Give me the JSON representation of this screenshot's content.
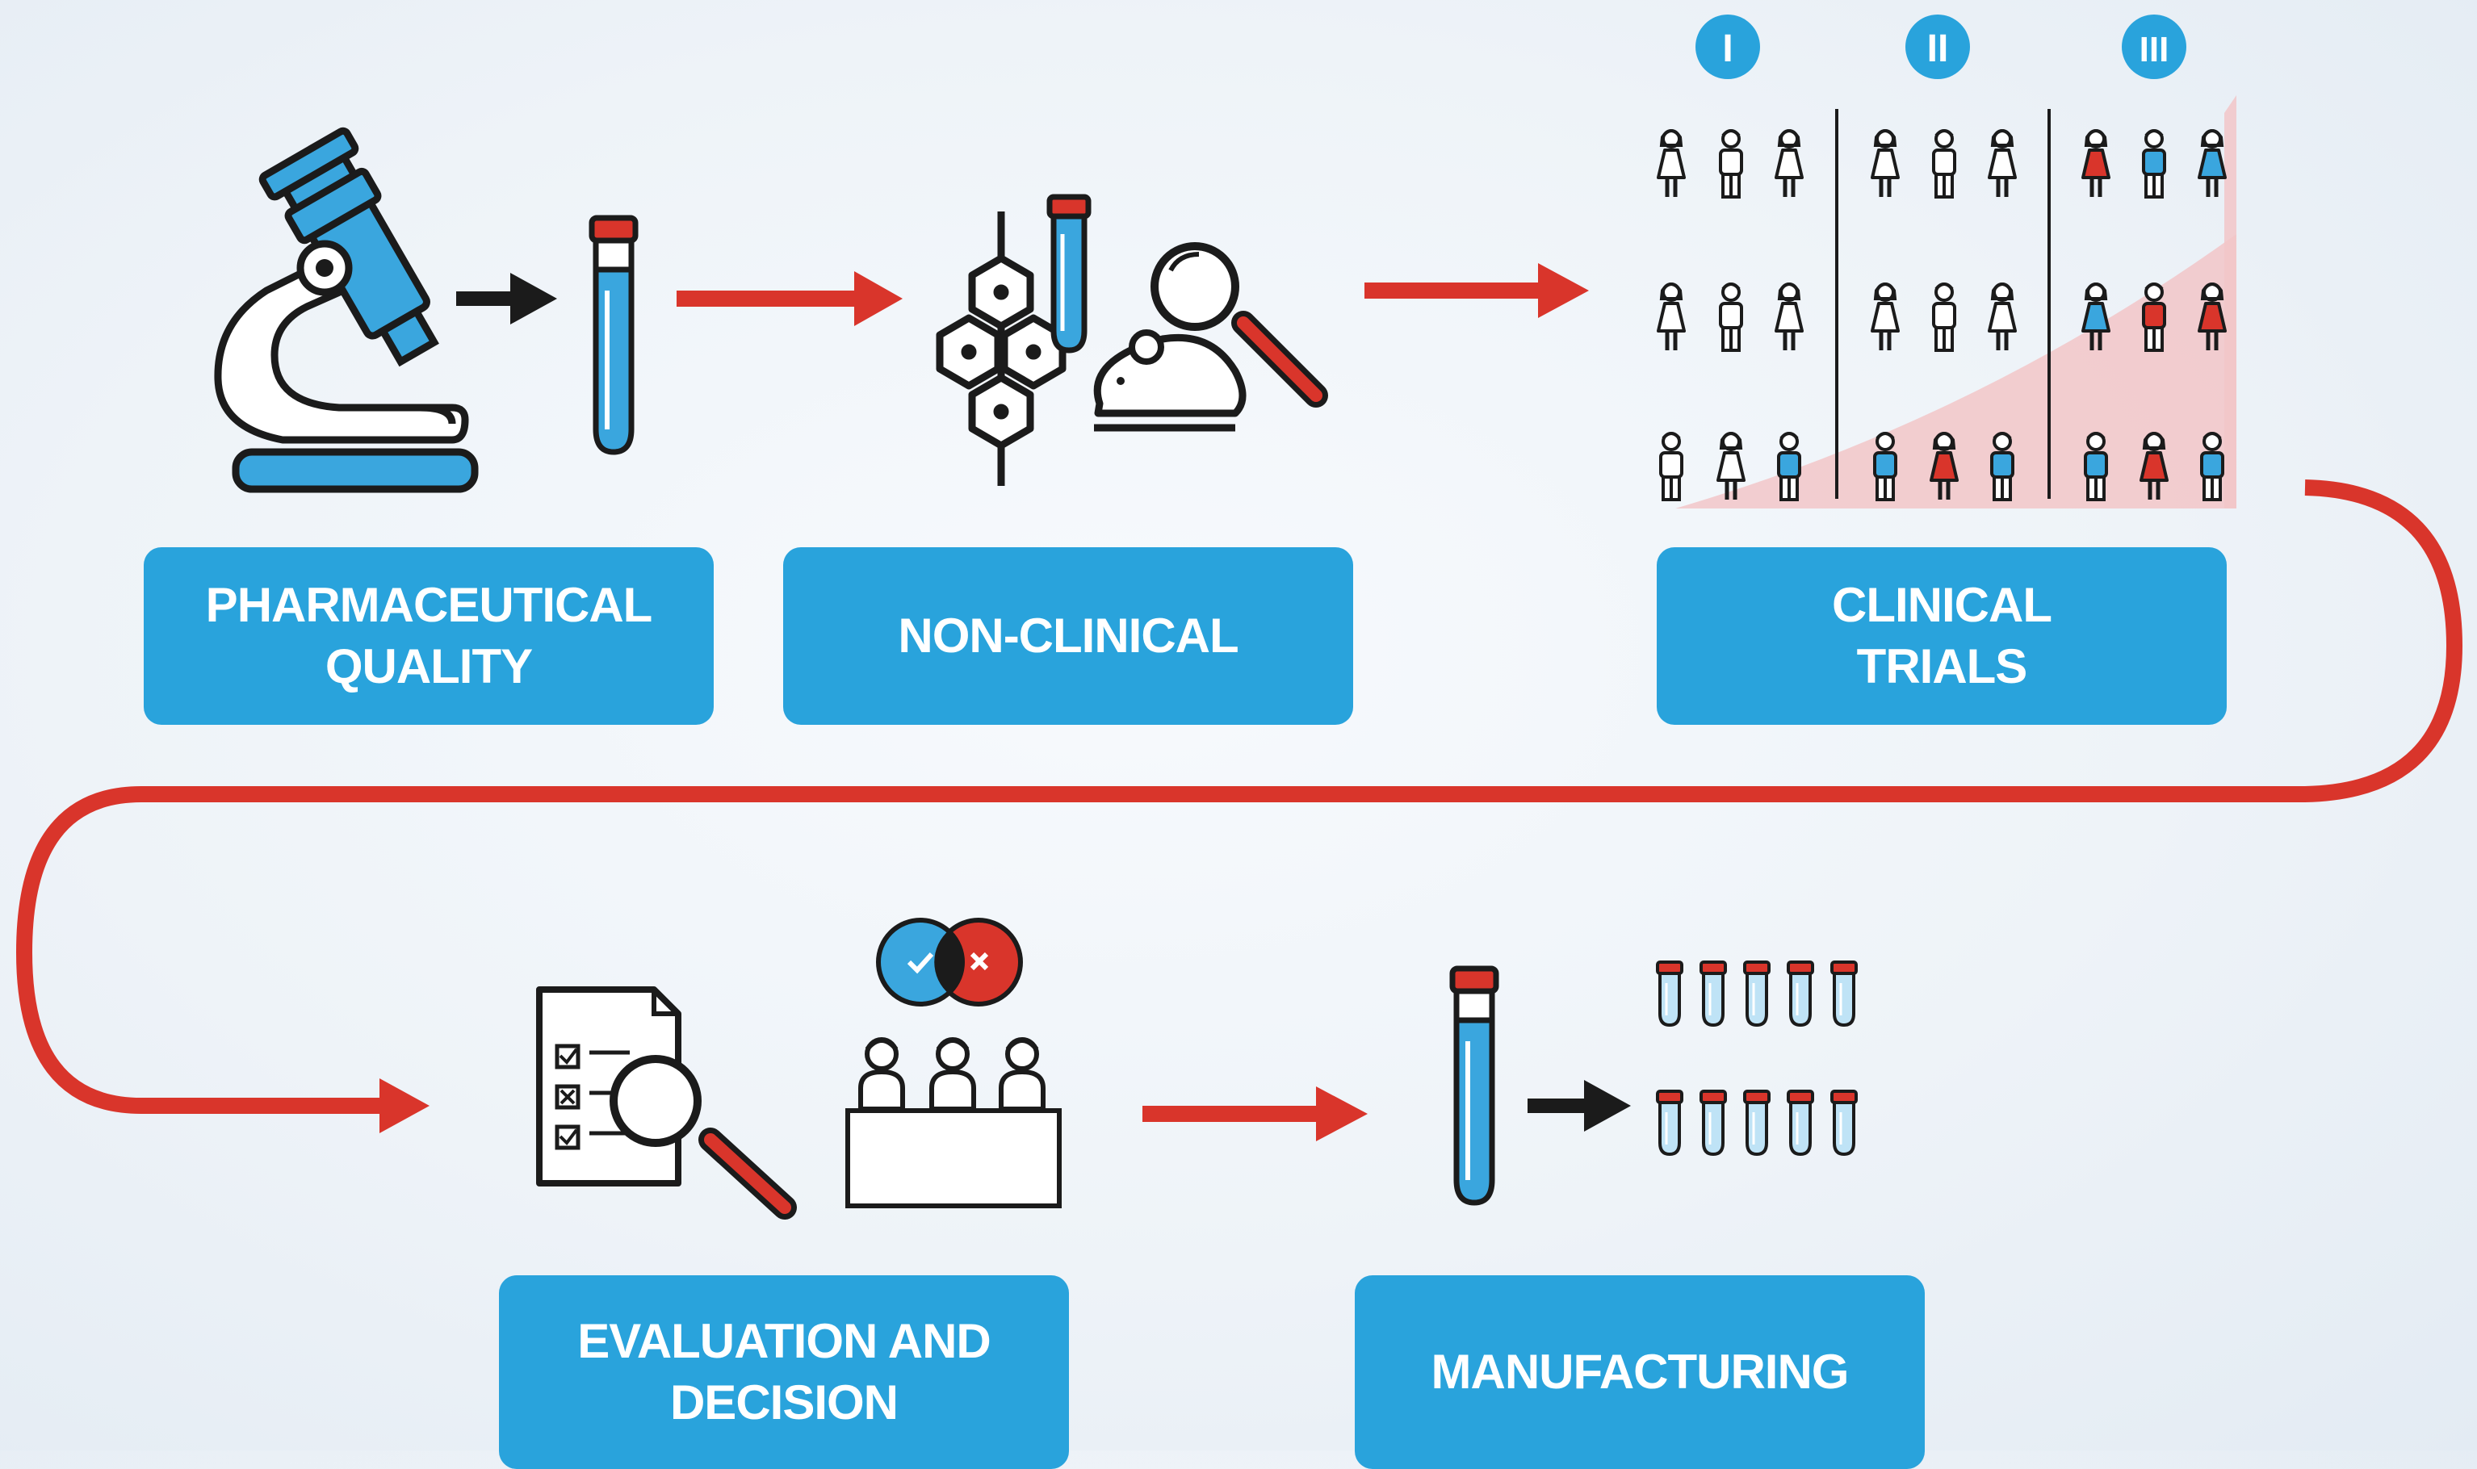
{
  "colors": {
    "box_blue": "#29a3dc",
    "icon_blue": "#3aa6de",
    "light_blue": "#bfe3f6",
    "accent_red": "#d9352b",
    "outline": "#1b1b1b",
    "pink_fill": "#f2c6c8",
    "white": "#ffffff"
  },
  "stages": {
    "pharmaceutical_quality": "PHARMACEUTICAL\nQUALITY",
    "non_clinical": "NON-CLINICAL",
    "clinical_trials": "CLINICAL\nTRIALS",
    "evaluation_and_decision": "EVALUATION AND\nDECISION",
    "manufacturing": "MANUFACTURING"
  },
  "trial_phases": [
    "I",
    "II",
    "III"
  ],
  "icons": {
    "pharmaceutical_quality": [
      "microscope-icon",
      "arrow-right-icon",
      "test-tube-icon"
    ],
    "non_clinical": [
      "hexagon-cells-icon",
      "test-tube-icon",
      "mouse-icon",
      "magnifier-icon"
    ],
    "clinical_trials": [
      "people-group-icon"
    ],
    "evaluation_and_decision": [
      "checklist-document-icon",
      "magnifier-icon",
      "approve-reject-icon",
      "committee-icon"
    ],
    "manufacturing": [
      "test-tube-icon",
      "arrow-right-icon",
      "test-tube-rack-icon"
    ]
  }
}
